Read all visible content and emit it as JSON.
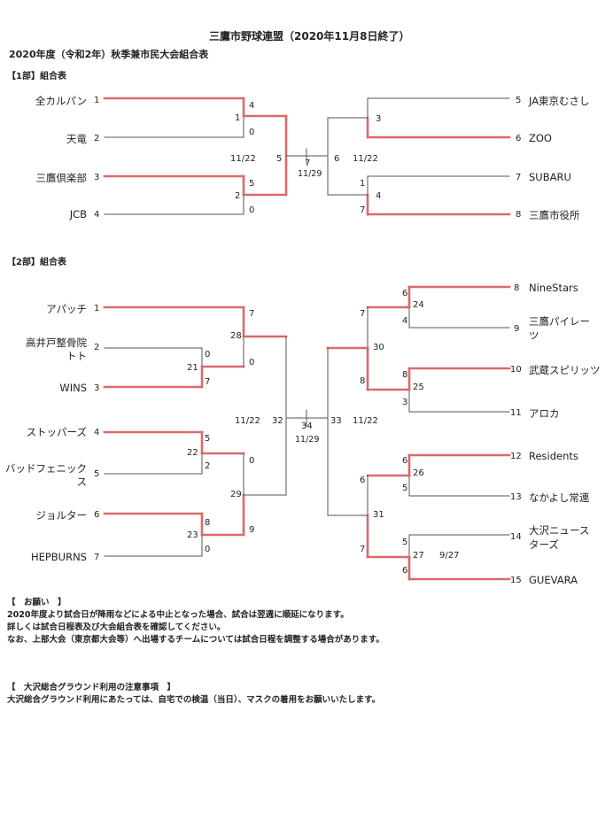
{
  "title": "三鷹市野球連盟（2020年11月8日終了）",
  "subtitle": "2020年度（令和2年）秋季兼市民大会組合表",
  "colors": {
    "line": "#555555",
    "win": "#d96a6a"
  },
  "div1": {
    "header": "【1部】組合表",
    "teams_left": [
      {
        "name": "全カルパン",
        "seed": "1"
      },
      {
        "name": "天竜",
        "seed": "2"
      },
      {
        "name": "三鷹倶楽部",
        "seed": "3"
      },
      {
        "name": "JCB",
        "seed": "4"
      }
    ],
    "teams_right": [
      {
        "name": "JA東京むさし",
        "seed": "5"
      },
      {
        "name": "ZOO",
        "seed": "6"
      },
      {
        "name": "SUBARU",
        "seed": "7"
      },
      {
        "name": "三鷹市役所",
        "seed": "8"
      }
    ],
    "marks": {
      "m1_top": "4",
      "m1_id": "1",
      "m1_bot": "0",
      "m2_top": "5",
      "m2_id": "2",
      "m2_bot": "0",
      "date_l": "11/22",
      "sf_l": "5",
      "final": "7",
      "final_date": "11/29",
      "sf_r": "6",
      "date_r": "11/22",
      "m3_id": "3",
      "m4_top": "1",
      "m4_id": "4",
      "m4_bot": "7"
    }
  },
  "div2": {
    "header": "【2部】組合表",
    "teams_left": [
      {
        "name": "アパッチ",
        "seed": "1"
      },
      {
        "name": "高井戸整骨院",
        "name2": "トト",
        "seed": "2"
      },
      {
        "name": "WINS",
        "seed": "3"
      },
      {
        "name": "ストッパーズ",
        "seed": "4"
      },
      {
        "name": "バッドフェニック",
        "name2": "ス",
        "seed": "5"
      },
      {
        "name": "ジョルター",
        "seed": "6"
      },
      {
        "name": "HEPBURNS",
        "seed": "7"
      }
    ],
    "teams_right": [
      {
        "name": "NineStars",
        "seed": "8"
      },
      {
        "name": "三鷹パイレー",
        "name2": "ツ",
        "seed": "9"
      },
      {
        "name": "武蔵スピリッツ",
        "seed": "10"
      },
      {
        "name": "アロカ",
        "seed": "11"
      },
      {
        "name": "Residents",
        "seed": "12"
      },
      {
        "name": "なかよし常連",
        "seed": "13"
      },
      {
        "name": "大沢ニュース",
        "name2": "ターズ",
        "seed": "14"
      },
      {
        "name": "GUEVARA",
        "seed": "15"
      }
    ],
    "marks": {
      "m21_top": "0",
      "m21_id": "21",
      "m21_bot": "7",
      "m28_top": "7",
      "m28_id": "28",
      "m28_bot": "0",
      "m22_top": "5",
      "m22_id": "22",
      "m22_bot": "2",
      "m23_top": "8",
      "m23_id": "23",
      "m23_bot": "0",
      "m29_top": "0",
      "m29_id": "29",
      "m29_bot": "9",
      "date_l": "11/22",
      "sf_l": "32",
      "final": "34",
      "final_date": "11/29",
      "sf_r": "33",
      "date_r": "11/22",
      "m24_top": "6",
      "m24_id": "24",
      "m24_bot": "4",
      "m25_top": "8",
      "m25_id": "25",
      "m25_bot": "3",
      "m30_top": "7",
      "m30_id": "30",
      "m30_bot": "8",
      "m26_top": "6",
      "m26_id": "26",
      "m26_bot": "5",
      "m27_top": "5",
      "m27_id": "27",
      "m27_date": "9/27",
      "m27_bot": "6",
      "m31_top": "6",
      "m31_id": "31",
      "m31_bot": "7"
    }
  },
  "notice": {
    "header": "【　お願い　】",
    "lines": [
      "2020年度より試合日が降雨などによる中止となった場合、試合は翌週に順延になります。",
      "詳しくは試合日程表及び大会組合表を確認してください。",
      "なお、上部大会（東京都大会等）へ出場するチームについては試合日程を調整する場合があります。"
    ]
  },
  "ground": {
    "header": "【　大沢総合グラウンド利用の注意事項　】",
    "lines": [
      "大沢総合グラウンド利用にあたっては、自宅での検温（当日）、マスクの着用をお願いいたします。"
    ]
  }
}
